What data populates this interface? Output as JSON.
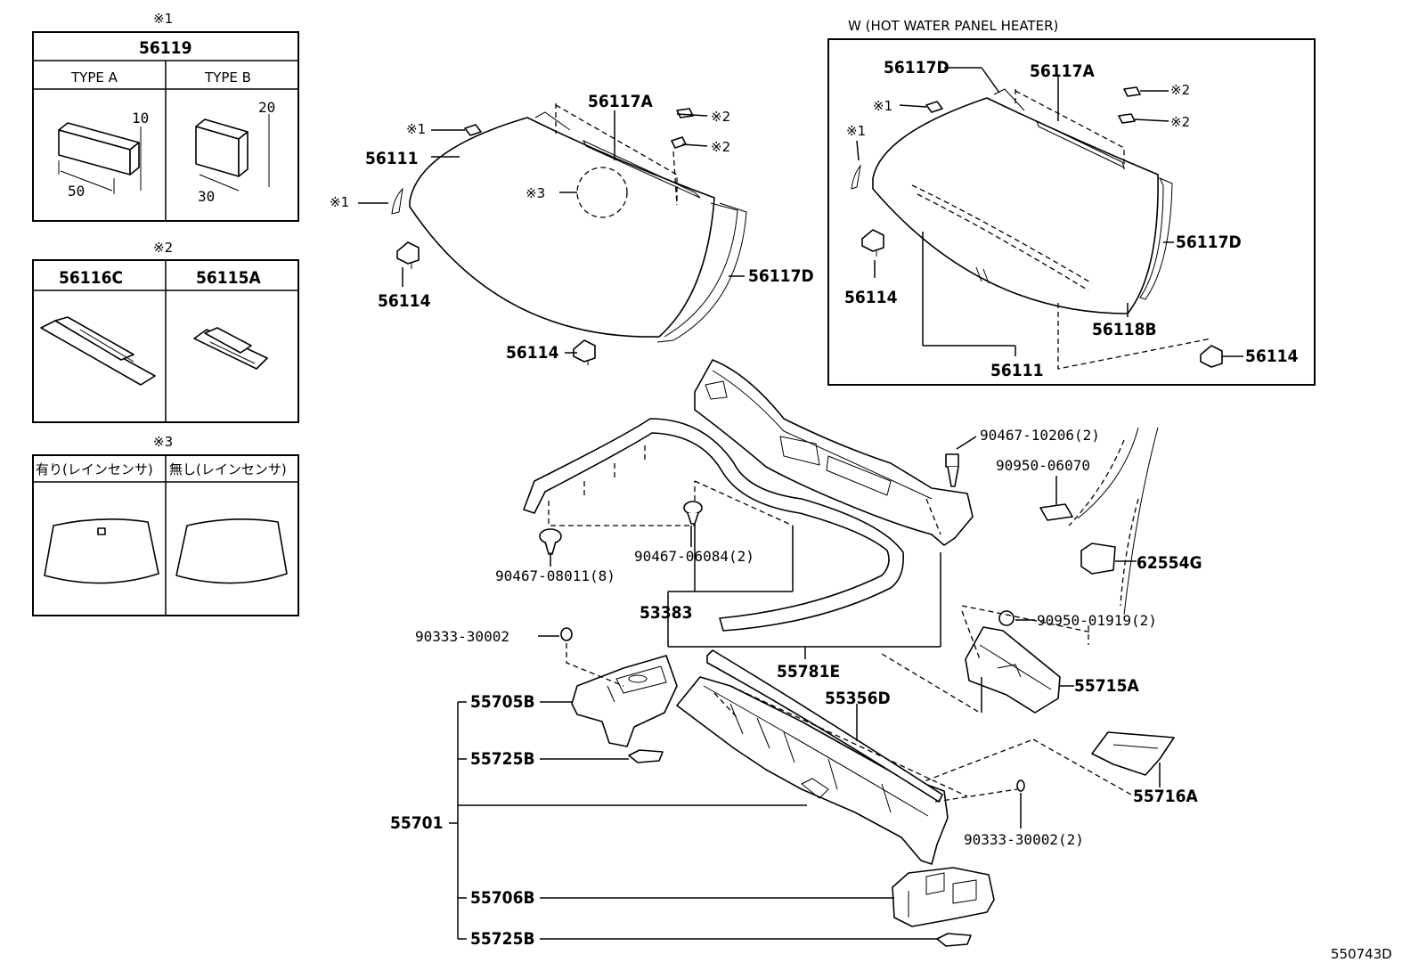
{
  "inset1": {
    "marker": "※1",
    "part": "56119",
    "type_a": "TYPE A",
    "type_b": "TYPE B",
    "dim_a_h": "10",
    "dim_a_w": "50",
    "dim_b_h": "20",
    "dim_b_w": "30"
  },
  "inset2": {
    "marker": "※2",
    "part_left": "56116C",
    "part_right": "56115A"
  },
  "inset3": {
    "marker": "※3",
    "col_left": "有り(レインセンサ)",
    "col_right": "無し(レインセンサ)"
  },
  "heater_box": {
    "title": "W (HOT WATER PANEL HEATER)"
  },
  "markers": {
    "m1": "※1",
    "m2": "※2",
    "m3": "※3"
  },
  "labels": {
    "p56117A": "56117A",
    "p56111": "56111",
    "p56114": "56114",
    "p56117D": "56117D",
    "p56118B": "56118B",
    "p53383": "53383",
    "p90467_08011": "90467-08011(8)",
    "p90467_06084": "90467-06084(2)",
    "p90467_10206": "90467-10206(2)",
    "p90950_06070": "90950-06070",
    "p62554G": "62554G",
    "p90950_01919": "90950-01919(2)",
    "p55715A": "55715A",
    "p90333_30002": "90333-30002",
    "p90333_30002_2": "90333-30002(2)",
    "p55781E": "55781E",
    "p55356D": "55356D",
    "p55705B": "55705B",
    "p55725B": "55725B",
    "p55701": "55701",
    "p55716A": "55716A",
    "p55706B": "55706B"
  },
  "figure_id": "550743D"
}
